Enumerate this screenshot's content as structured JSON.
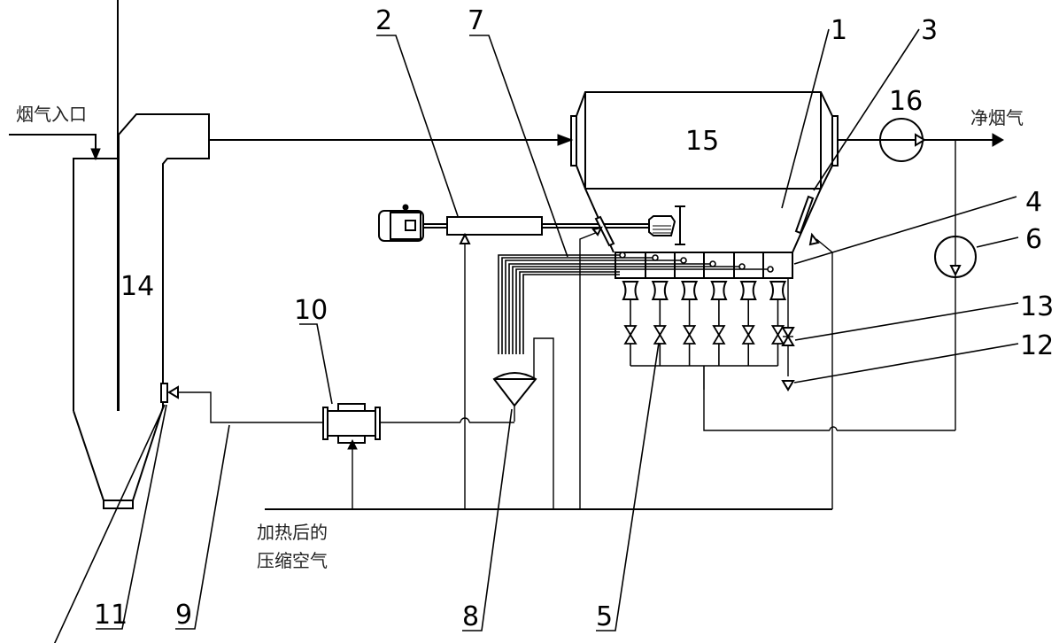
{
  "diagram": {
    "type": "process-flow-schematic",
    "text_labels": {
      "flue_gas_inlet": "烟气入口",
      "clean_flue_gas": "净烟气",
      "heated_compressed_air_line1": "加热后的",
      "heated_compressed_air_line2": "压缩空气"
    },
    "equipment_labels": {
      "main_vessel": "15",
      "cyclone": "14",
      "fan_16": "16"
    },
    "callouts": [
      {
        "id": "1",
        "label": "1"
      },
      {
        "id": "2",
        "label": "2"
      },
      {
        "id": "3",
        "label": "3"
      },
      {
        "id": "4",
        "label": "4"
      },
      {
        "id": "5",
        "label": "5"
      },
      {
        "id": "6",
        "label": "6"
      },
      {
        "id": "7",
        "label": "7"
      },
      {
        "id": "8",
        "label": "8"
      },
      {
        "id": "9",
        "label": "9"
      },
      {
        "id": "10",
        "label": "10"
      },
      {
        "id": "11",
        "label": "11"
      },
      {
        "id": "12",
        "label": "12"
      },
      {
        "id": "13",
        "label": "13"
      }
    ],
    "hopper_compartments": 6,
    "ejector_branches": 6
  }
}
